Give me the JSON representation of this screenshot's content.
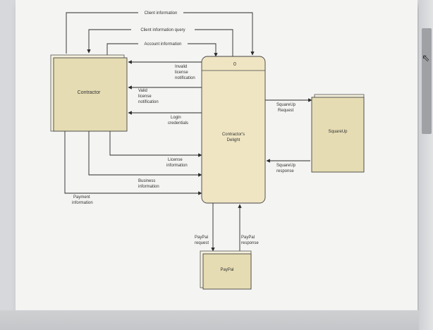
{
  "diagram": {
    "entities": {
      "contractor": "Contractor",
      "squareup": "SquareUp",
      "paypal": "PayPal"
    },
    "process": {
      "id": "0",
      "name_line1": "Contractor's",
      "name_line2": "Delight"
    },
    "flows": {
      "client_information": "Client information",
      "client_information_query": "Client information query",
      "account_information": "Account information",
      "invalid_license_notification": [
        "Invalid",
        "license",
        "notification"
      ],
      "valid_license_notification": [
        "Valid",
        "license",
        "notification"
      ],
      "login_credentials": [
        "Login",
        "credentials"
      ],
      "license_information": [
        "License",
        "information"
      ],
      "business_information": [
        "Business",
        "information"
      ],
      "payment_information": [
        "Payment",
        "information"
      ],
      "squareup_request": [
        "SquareUp",
        "Request"
      ],
      "squareup_response": [
        "SquareUp",
        "response"
      ],
      "paypal_request": [
        "PayPal",
        "request"
      ],
      "paypal_response": [
        "PayPal",
        "response"
      ]
    }
  },
  "colors": {
    "entity_fill": "#e6dcb3",
    "process_fill": "#efe5c3",
    "line": "#2a2a2a"
  }
}
